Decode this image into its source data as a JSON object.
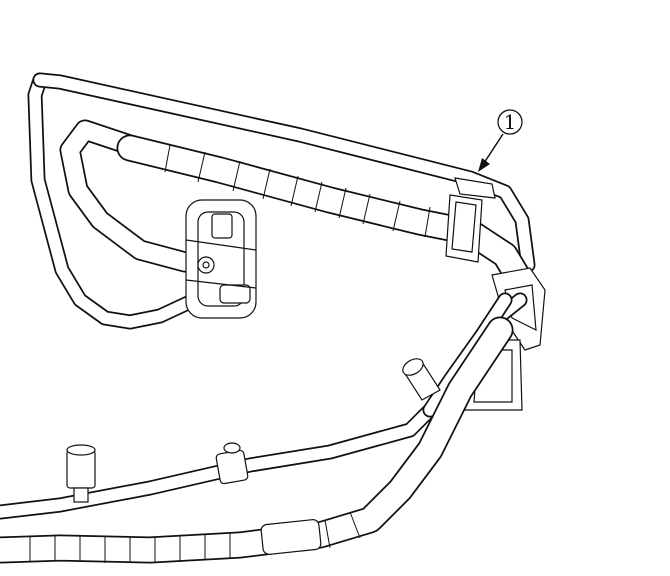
{
  "diagram": {
    "type": "line-art",
    "callouts": [
      {
        "id": "callout-1",
        "label": "1"
      }
    ]
  },
  "colors": {
    "line": "#111111",
    "background": "#ffffff"
  }
}
